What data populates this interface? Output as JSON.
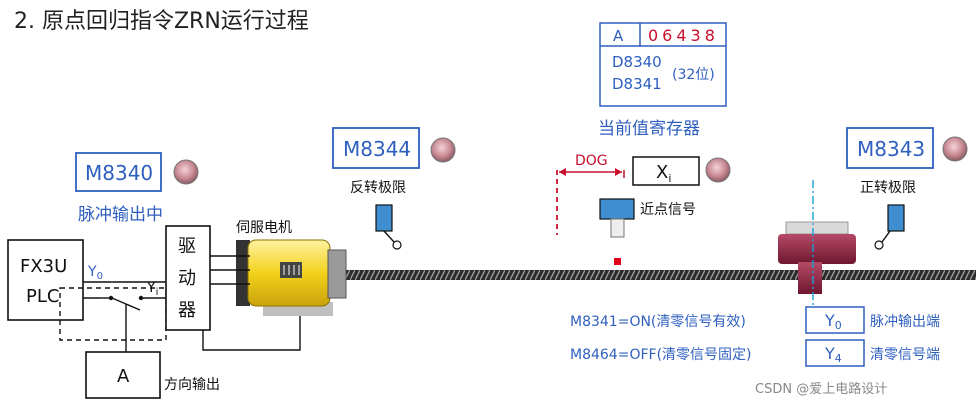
{
  "title": "2. 原点回归指令ZRN运行过程",
  "register": {
    "label": "A",
    "value": "06438",
    "reg1": "D8340",
    "reg2": "D8341",
    "bits": "(32位)",
    "caption": "当前值寄存器"
  },
  "flags": {
    "m8340": "M8340",
    "m8340_caption": "脉冲输出中",
    "m8344": "M8344",
    "m8344_caption": "反转极限",
    "m8343": "M8343",
    "m8343_caption": "正转极限"
  },
  "plc": {
    "line1": "FX3U",
    "line2": "PLC",
    "y0": "Y",
    "y0_sub": "0",
    "yi": "Y",
    "yi_sub": "i"
  },
  "driver": {
    "c1": "驱",
    "c2": "动",
    "c3": "器"
  },
  "motor_label": "伺服电机",
  "direction": {
    "box": "A",
    "label": "方向输出"
  },
  "dog": {
    "label": "DOG",
    "xi": "X",
    "xi_sub": "i",
    "near": "近点信号"
  },
  "notes": [
    {
      "text": "M8341=ON(清零信号有效)",
      "box": "Y",
      "box_sub": "0",
      "label": "脉冲输出端"
    },
    {
      "text": "M8464=OFF(清零信号固定)",
      "box": "Y",
      "box_sub": "4",
      "label": "清零信号端"
    }
  ],
  "watermark": "CSDN @爱上电路设计",
  "colors": {
    "blue": "#2e5fbf",
    "red": "#c8102e",
    "yellow": "#f3d21c",
    "maroon": "#8d1f3b"
  }
}
